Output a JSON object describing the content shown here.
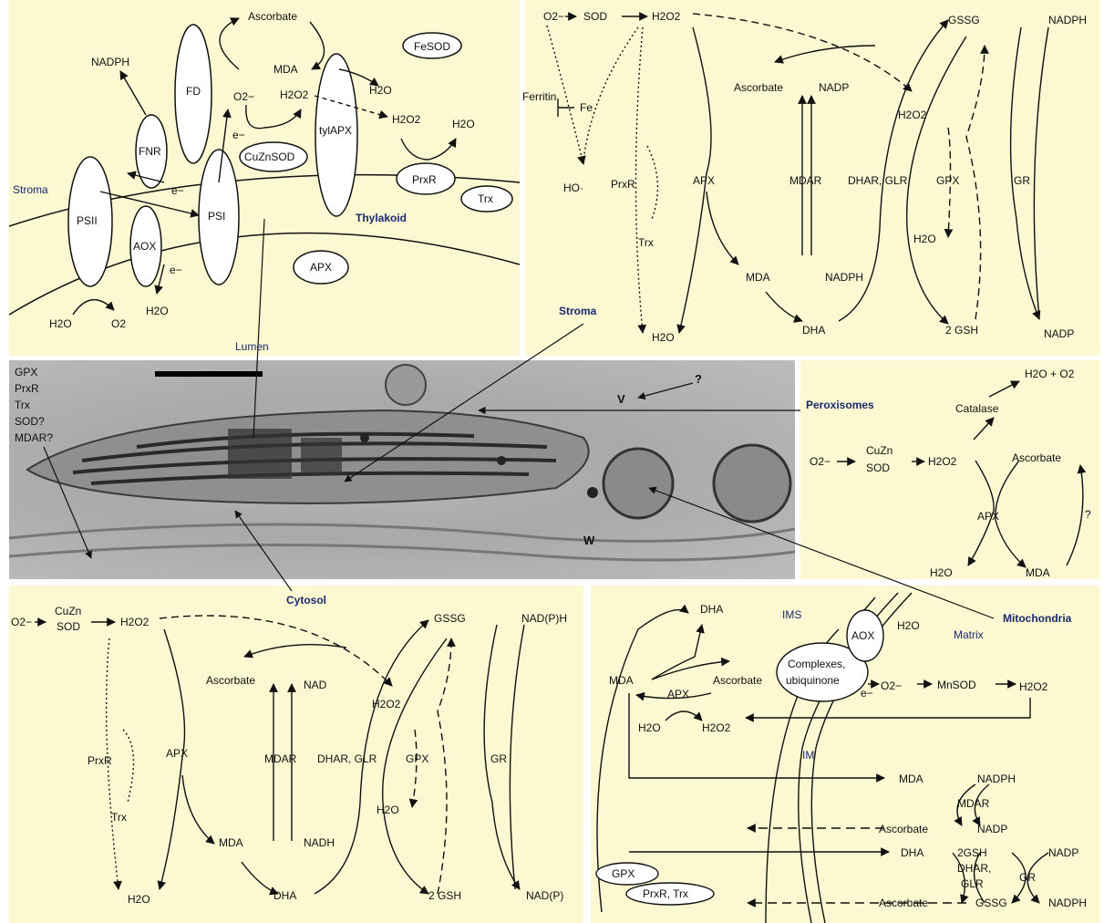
{
  "colors": {
    "panel": "#fbf8d2",
    "location_label": "#1a2a6e",
    "line": "#111111"
  },
  "chloro": {
    "ascorbate": "Ascorbate",
    "mda": "MDA",
    "fd": "FD",
    "nadph": "NADPH",
    "fnr": "FNR",
    "o2_superoxide": "O2−",
    "h2o2": "H2O2",
    "h2o": "H2O",
    "h2o2_b": "H2O2",
    "h2o_b": "H2O",
    "e1": "e−",
    "e2": "e−",
    "e3": "e−",
    "cuznsod": "CuZnSOD",
    "tylapx": "tylAPX",
    "fesod": "FeSOD",
    "prxr": "PrxR",
    "trx": "Trx",
    "stroma": "Stroma",
    "psii": "PSII",
    "psi": "PSI",
    "aox": "AOX",
    "thylakoid": "Thylakoid",
    "apx": "APX",
    "h2o_l": "H2O",
    "o2": "O2",
    "h2o_l2": "H2O",
    "lumen": "Lumen"
  },
  "stroma_panel": {
    "o2": "O2−",
    "sod": "SOD",
    "h2o2": "H2O2",
    "gssg": "GSSG",
    "nadph": "NADPH",
    "ferritin": "Ferritin",
    "fe": "Fe",
    "ascorbate": "Ascorbate",
    "nadp": "NADP",
    "h2o2_b": "H2O2",
    "ho": "HO·",
    "prxr": "PrxR",
    "apx": "APX",
    "mdar": "MDAR",
    "dhar": "DHAR, GLR",
    "gpx": "GPX",
    "gr": "GR",
    "trx": "Trx",
    "h2o": "H2O",
    "mda": "MDA",
    "nadph_b": "NADPH",
    "dha": "DHA",
    "gsh": "2 GSH",
    "nadp_b": "NADP",
    "h2o_b": "H2O",
    "stroma_label": "Stroma"
  },
  "micrograph": {
    "proteins": [
      "GPX",
      "PrxR",
      "Trx",
      "SOD?",
      "MDAR?"
    ],
    "v": "V",
    "q": "?",
    "w": "W",
    "peroxisomes": "Peroxisomes",
    "cytosol": "Cytosol",
    "mitochondria": "Mitochondria"
  },
  "perox": {
    "h2o_o2": "H2O + O2",
    "catalase": "Catalase",
    "o2": "O2−",
    "cuzn": "CuZn",
    "sod": "SOD",
    "h2o2": "H2O2",
    "ascorbate": "Ascorbate",
    "apx": "APX",
    "q": "?",
    "h2o": "H2O",
    "mda": "MDA"
  },
  "cyto": {
    "o2": "O2−",
    "cuzn": "CuZn",
    "sod": "SOD",
    "h2o2": "H2O2",
    "gssg": "GSSG",
    "nadph": "NAD(P)H",
    "ascorbate": "Ascorbate",
    "nad": "NAD",
    "h2o2_b": "H2O2",
    "prxr": "PrxR",
    "apx": "APX",
    "mdar": "MDAR",
    "dhar": "DHAR, GLR",
    "gpx": "GPX",
    "gr": "GR",
    "trx": "Trx",
    "h2o_b": "H2O",
    "mda": "MDA",
    "nadh": "NADH",
    "h2o": "H2O",
    "dha": "DHA",
    "gsh": "2 GSH",
    "nadp": "NAD(P)"
  },
  "mito": {
    "dha": "DHA",
    "ims": "IMS",
    "aox": "AOX",
    "h2o": "H2O",
    "matrix": "Matrix",
    "mda": "MDA",
    "ascorbate": "Ascorbate",
    "complex1": "Complexes,",
    "complex2": "ubiquinone",
    "e": "e−",
    "o2": "O2−",
    "mnsod": "MnSOD",
    "h2o2": "H2O2",
    "apx": "APX",
    "h2o_b": "H2O",
    "h2o2_b": "H2O2",
    "im": "IM",
    "mda_b": "MDA",
    "nadph": "NADPH",
    "mdar": "MDAR",
    "ascorbate_b": "Ascorbate",
    "nadp": "NADP",
    "dha_b": "DHA",
    "gsh2": "2GSH",
    "nadp_b": "NADP",
    "dhar": "DHAR,",
    "glr": "GLR",
    "gr": "GR",
    "gpx": "GPX",
    "prxr_trx": "PrxR, Trx",
    "ascorbate_c": "Ascorbate",
    "gssg": "GSSG",
    "nadph_b": "NADPH"
  }
}
